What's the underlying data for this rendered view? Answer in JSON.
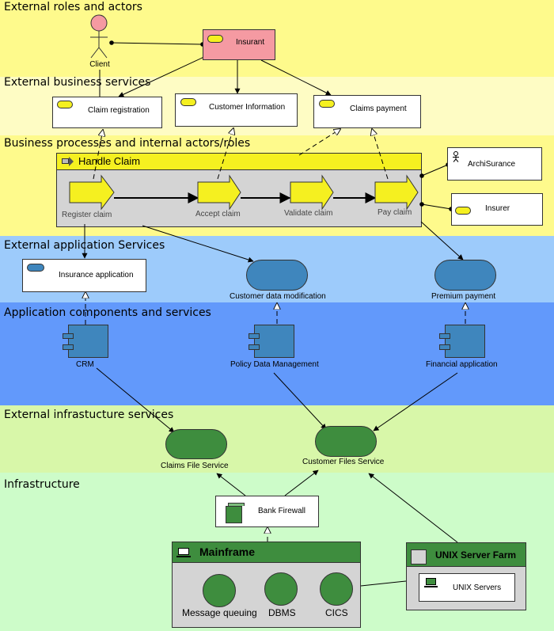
{
  "bands": {
    "roles": "External roles and actors",
    "biz_services": "External business services",
    "biz_processes": "Business processes and internal actors/roles",
    "app_services": "External application Services",
    "app_components": "Application components and services",
    "infra_services": "External infrastucture services",
    "infra": "Infrastructure"
  },
  "actors": {
    "client": "Client",
    "insurant": "Insurant",
    "archisurance": "ArchiSurance",
    "insurer": "Insurer"
  },
  "business_services": {
    "claim_registration": "Claim registration",
    "customer_information": "Customer Information",
    "claims_payment": "Claims payment"
  },
  "process": {
    "title": "Handle Claim",
    "steps": [
      "Register claim",
      "Accept claim",
      "Validate claim",
      "Pay claim"
    ]
  },
  "app_services": {
    "insurance_application": "Insurance application",
    "customer_data_modification": "Customer data modification",
    "premium_payment": "Premium payment"
  },
  "app_components": {
    "crm": "CRM",
    "policy_data_management": "Policy Data Management",
    "financial_application": "Financial application"
  },
  "infra_services": {
    "claims_file_service": "Claims File Service",
    "customer_files_service": "Customer Files Service"
  },
  "infrastructure": {
    "bank_firewall": "Bank Firewall",
    "mainframe": "Mainframe",
    "mainframe_items": [
      "Message queuing",
      "DBMS",
      "CICS"
    ],
    "unix_farm": "UNIX Server Farm",
    "unix_servers": "UNIX Servers"
  },
  "colors": {
    "band_roles": "#fefa8c",
    "band_biz_services": "#fefcc4",
    "band_biz_processes": "#fefa8c",
    "band_app_services": "#9dcbfb",
    "band_app_components": "#6299fb",
    "band_infra_services": "#d8f7a9",
    "band_infra": "#cdfcc9",
    "business_yellow": "#f5f020",
    "insurant_pink": "#f59aa2",
    "app_blue": "#3f86bd",
    "infra_green": "#3e8d3e",
    "process_grey": "#d4d4d4"
  }
}
